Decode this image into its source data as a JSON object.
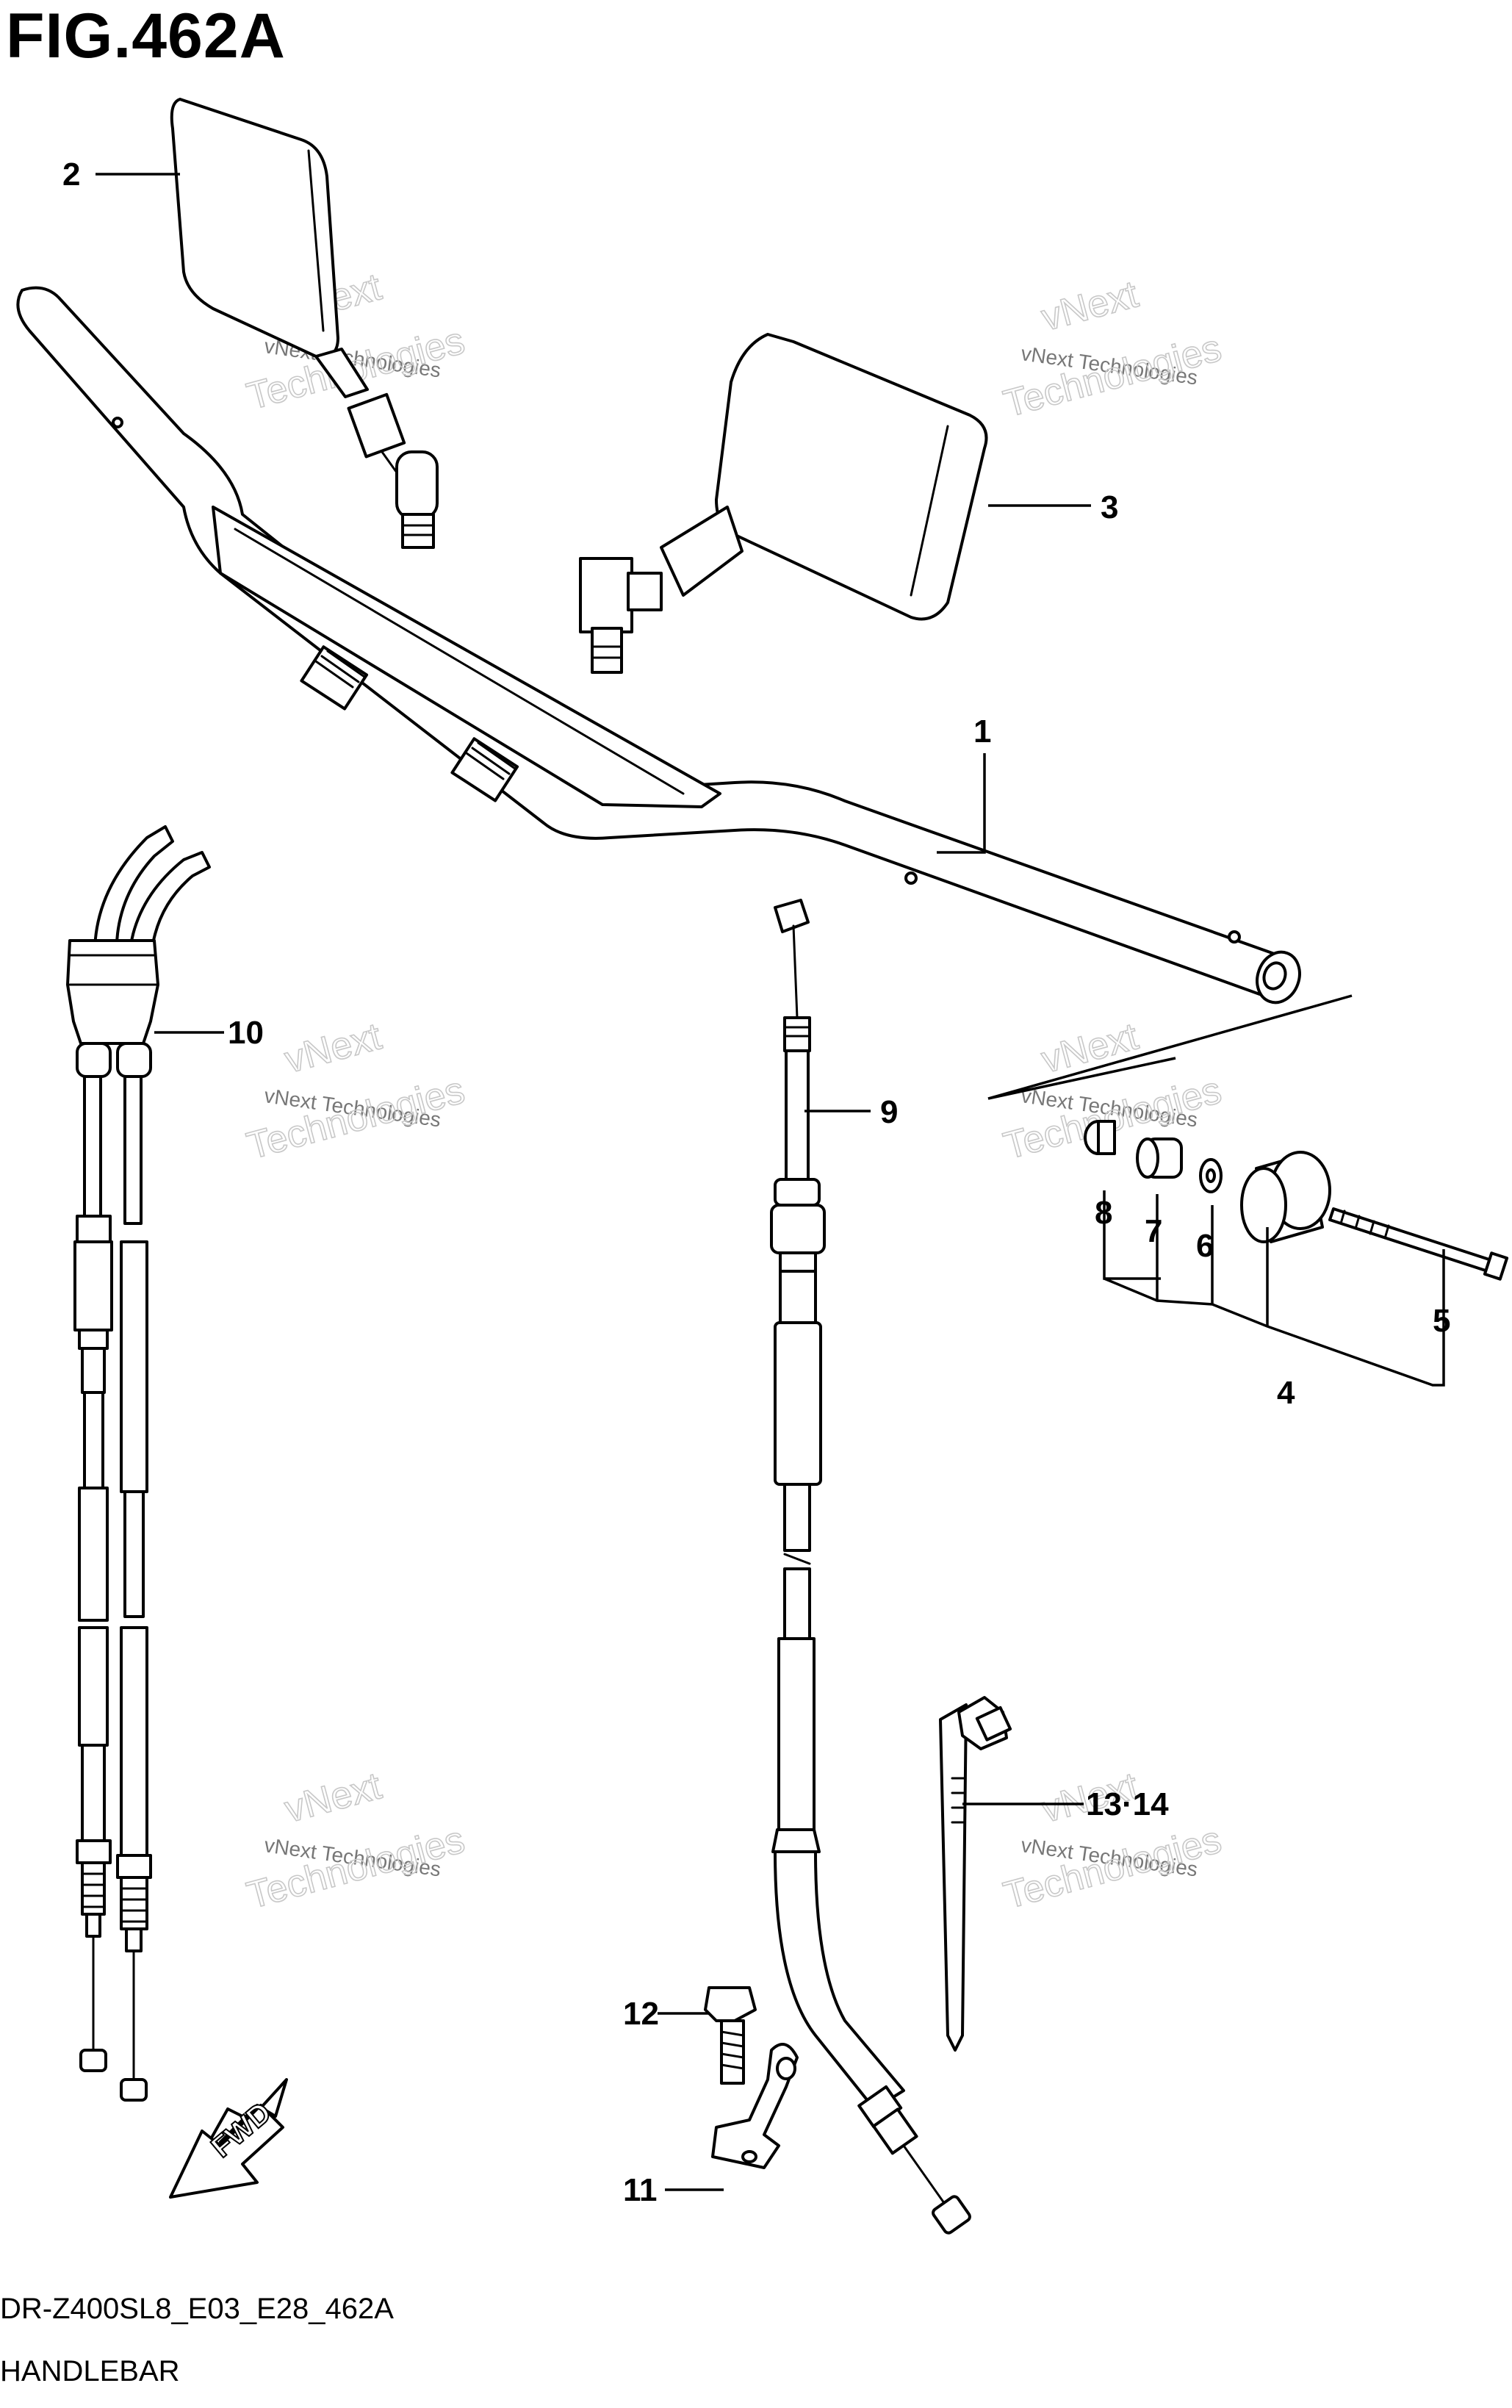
{
  "figure": {
    "title": "FIG.462A",
    "code": "DR-Z400SL8_E03_E28_462A",
    "name": "HANDLEBAR"
  },
  "callouts": [
    "1",
    "2",
    "3",
    "4",
    "5",
    "6",
    "7",
    "8",
    "9",
    "10",
    "11",
    "12",
    "13·14"
  ],
  "watermark": {
    "line1": "vNext Technologies",
    "line2": "vNext",
    "line3": "Technologies"
  },
  "fwd_label": "FWD"
}
